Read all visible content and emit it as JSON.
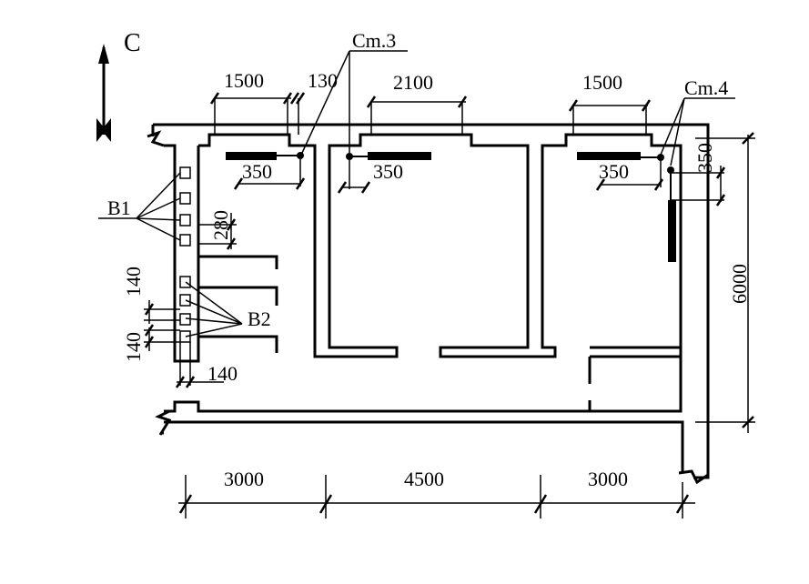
{
  "north": {
    "label": "С"
  },
  "section_marks": {
    "sm3": "Сm.3",
    "sm4": "Сm.4"
  },
  "vent_groups": {
    "b1": "В1",
    "b2": "В2"
  },
  "top_dims": {
    "d1500a": "1500",
    "d130": "130",
    "d2100": "2100",
    "d1500b": "1500"
  },
  "inner_dims": {
    "d350a": "350",
    "d350b": "350",
    "d350c": "350",
    "d350v": "350",
    "d280": "280"
  },
  "left_dims": {
    "d140a": "140",
    "d140b": "140",
    "d140c": "140"
  },
  "right_dims": {
    "d6000": "6000"
  },
  "bottom_dims": {
    "d3000a": "3000",
    "d4500": "4500",
    "d3000b": "3000"
  }
}
